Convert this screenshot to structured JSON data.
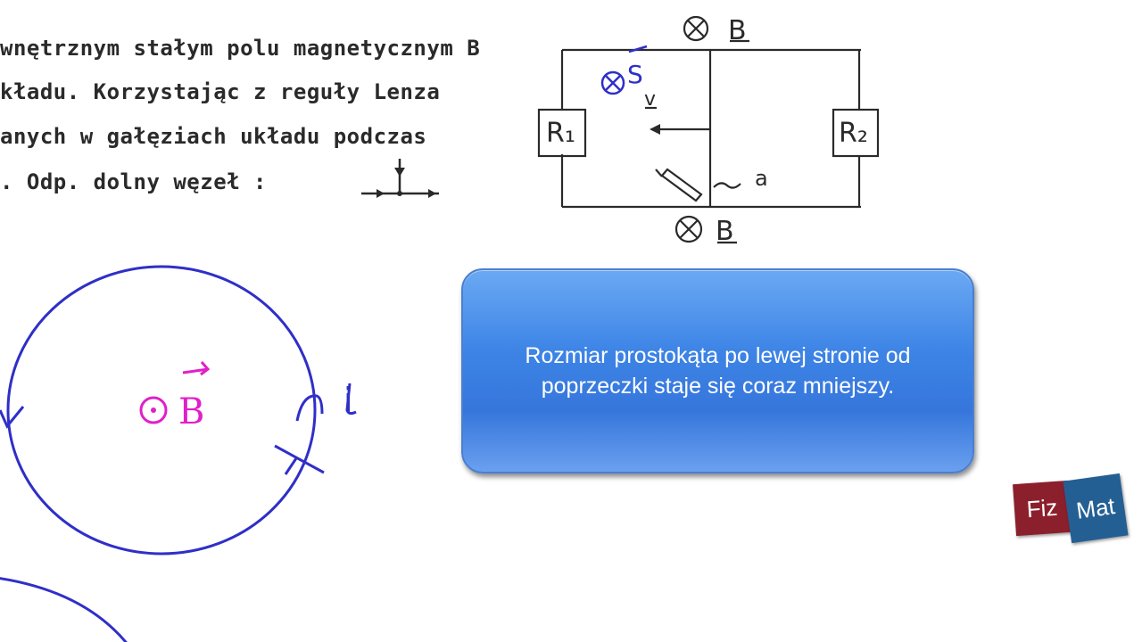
{
  "problem_text": {
    "line1": "wnętrznym stałym polu magnetycznym B",
    "line2": "kładu. Korzystając z reguły Lenza",
    "line3": "anych w gałęziach układu podczas",
    "line4": ". Odp. dolny węzeł :"
  },
  "circuit": {
    "field_label_top": "B",
    "field_label_bottom": "B",
    "surface_label": "S",
    "velocity_label": "v",
    "resistor_1_label": "R₁",
    "resistor_2_label": "R₂",
    "wire_label": "a"
  },
  "annotation": {
    "field_label": "B",
    "current_label": "i"
  },
  "caption": {
    "text": "Rozmiar prostokąta po lewej stronie od poprzeczki staje się coraz mniejszy."
  },
  "logo": {
    "left_word": "Fiz",
    "right_word": "Mat"
  },
  "colors": {
    "ink": "#2a2a2a",
    "circle": "#2f2fc8",
    "annotation": "#e020c8",
    "caption_bg": "#3d84e6",
    "logo_red": "#8c1f2c",
    "logo_blue": "#245f93"
  }
}
